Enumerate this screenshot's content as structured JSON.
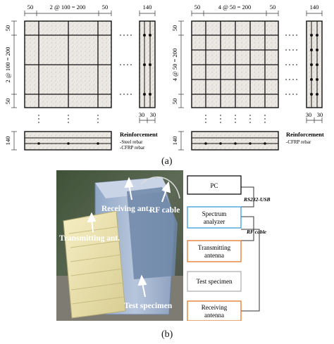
{
  "figure_a": {
    "left": {
      "top_dims": [
        "50",
        "2 @ 100 = 200",
        "50"
      ],
      "left_dims": [
        "50",
        "2 @ 100 = 200",
        "50"
      ],
      "side_width": "140",
      "side_bottom_dims": [
        "30",
        "30"
      ],
      "bottom_thickness": "140",
      "reinforcement_title": "Reinforcement",
      "reinforcement_items": [
        "-Steel rebar",
        "-CFRP rebar"
      ],
      "grid_lines": 3
    },
    "right": {
      "top_dims": [
        "50",
        "4 @ 50 = 200",
        "50"
      ],
      "left_dims": [
        "50",
        "4 @ 50 = 200",
        "50"
      ],
      "side_width": "140",
      "side_bottom_dims": [
        "30",
        "30"
      ],
      "bottom_thickness": "140",
      "reinforcement_title": "Reinforcement",
      "reinforcement_items": [
        "-CFRP rebar"
      ],
      "grid_lines": 5
    },
    "caption": "(a)"
  },
  "figure_b": {
    "photo_labels": {
      "receiving": "Receiving ant.",
      "rf_cable": "RF cable",
      "transmitting": "Transmitting ant.",
      "test_specimen": "Test specimen"
    },
    "flow": {
      "boxes": [
        {
          "label": "PC",
          "color": "#111111"
        },
        {
          "label": "Spectrum analyzer",
          "line1": "Spectrum",
          "line2": "analyzer",
          "color": "#3b9ad9"
        },
        {
          "label": "Transmitting antenna",
          "line1": "Transmitting",
          "line2": "antenna",
          "color": "#e07a2e"
        },
        {
          "label": "Test specimen",
          "color": "#8c8c8c"
        },
        {
          "label": "Receiving antenna",
          "line1": "Receiving",
          "line2": "antenna",
          "color": "#e07a2e"
        }
      ],
      "link_labels": [
        "RS232-USB",
        "RF cable"
      ]
    },
    "caption": "(b)"
  }
}
